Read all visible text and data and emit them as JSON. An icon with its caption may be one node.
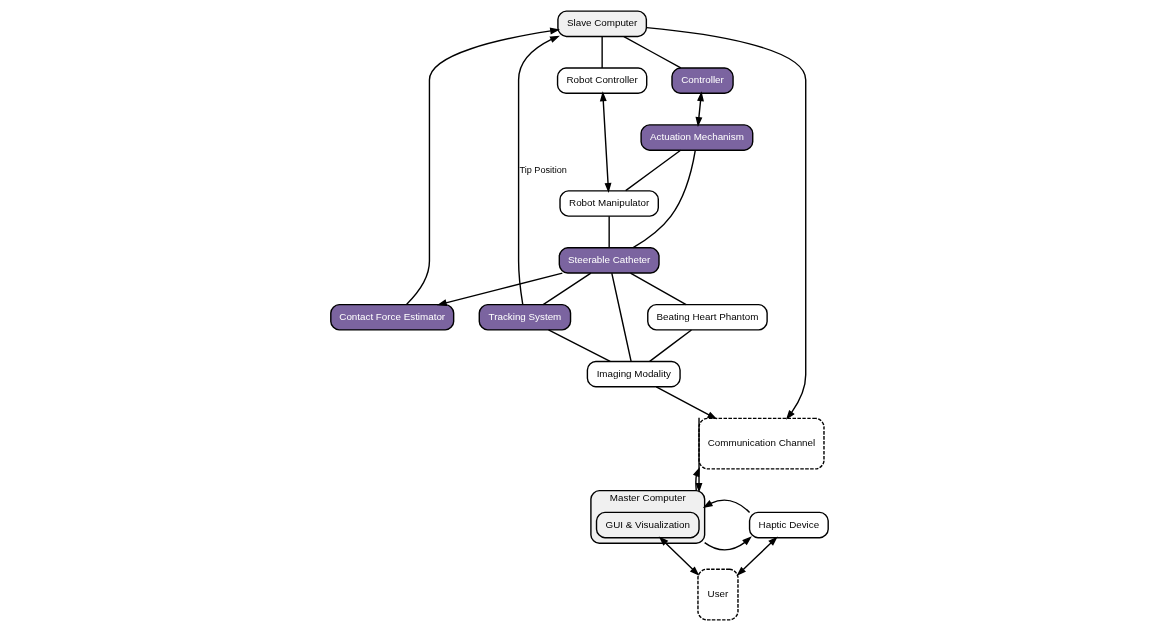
{
  "diagram": {
    "nodes": [
      {
        "text": [
          "Slave Computer"
        ]
      },
      {
        "text": [
          "Controller"
        ]
      },
      {
        "text": [
          "Robot Controller"
        ]
      },
      {
        "text": [
          "Actuation Mechanism"
        ]
      },
      {
        "text": [
          "Robot Manipulator"
        ]
      },
      {
        "text": [
          "Contact Force Estimator"
        ]
      },
      {
        "text": [
          "Steerable Catheter"
        ]
      },
      {
        "text": [
          "Tracking System"
        ]
      },
      {
        "text": [
          "Beating Heart Phantom"
        ]
      },
      {
        "text": [
          "Imaging Modality"
        ]
      },
      {
        "text": [
          "Communication Channel"
        ]
      },
      {
        "text": [
          "Master Computer"
        ]
      },
      {
        "text": [
          "GUI & Visualization"
        ],
        "in": 11
      },
      {
        "text": [
          "Haptic Device"
        ]
      },
      {
        "text": [
          "User"
        ]
      }
    ],
    "edges": [
      {
        "from": 0,
        "to": 1,
        "arrow": "none"
      },
      {
        "from": 0,
        "to": 2,
        "arrow": "none"
      },
      {
        "from": 1,
        "to": 3,
        "arrow": "both"
      },
      {
        "from": 2,
        "to": 4,
        "arrow": "both"
      },
      {
        "from": 3,
        "to": 4,
        "arrow": "none"
      },
      {
        "from": 3,
        "to": 6,
        "arrow": "none"
      },
      {
        "from": 4,
        "to": 6,
        "arrow": "none"
      },
      {
        "from": 6,
        "to": 5,
        "arrow": "to"
      },
      {
        "from": 5,
        "to": 0,
        "arrow": "to"
      },
      {
        "from": 6,
        "to": 7,
        "arrow": "none"
      },
      {
        "from": 7,
        "to": 0,
        "arrow": "to",
        "label": "Tip Position"
      },
      {
        "from": 6,
        "to": 8,
        "arrow": "none"
      },
      {
        "from": 6,
        "to": 9,
        "arrow": "none"
      },
      {
        "from": 7,
        "to": 9,
        "arrow": "none"
      },
      {
        "from": 8,
        "to": 9,
        "arrow": "none"
      },
      {
        "from": 9,
        "to": 10,
        "arrow": "to"
      },
      {
        "from": 0,
        "to": 10,
        "arrow": "to"
      },
      {
        "from": 10,
        "to": 11,
        "arrow": "to"
      },
      {
        "from": 11,
        "to": 10,
        "arrow": "to"
      },
      {
        "from": 11,
        "to": 13,
        "arrow": "to"
      },
      {
        "from": 13,
        "to": 11,
        "arrow": "to"
      },
      {
        "from": 13,
        "to": 14,
        "arrow": "both"
      },
      {
        "from": 12,
        "to": 14,
        "arrow": "both"
      }
    ]
  }
}
